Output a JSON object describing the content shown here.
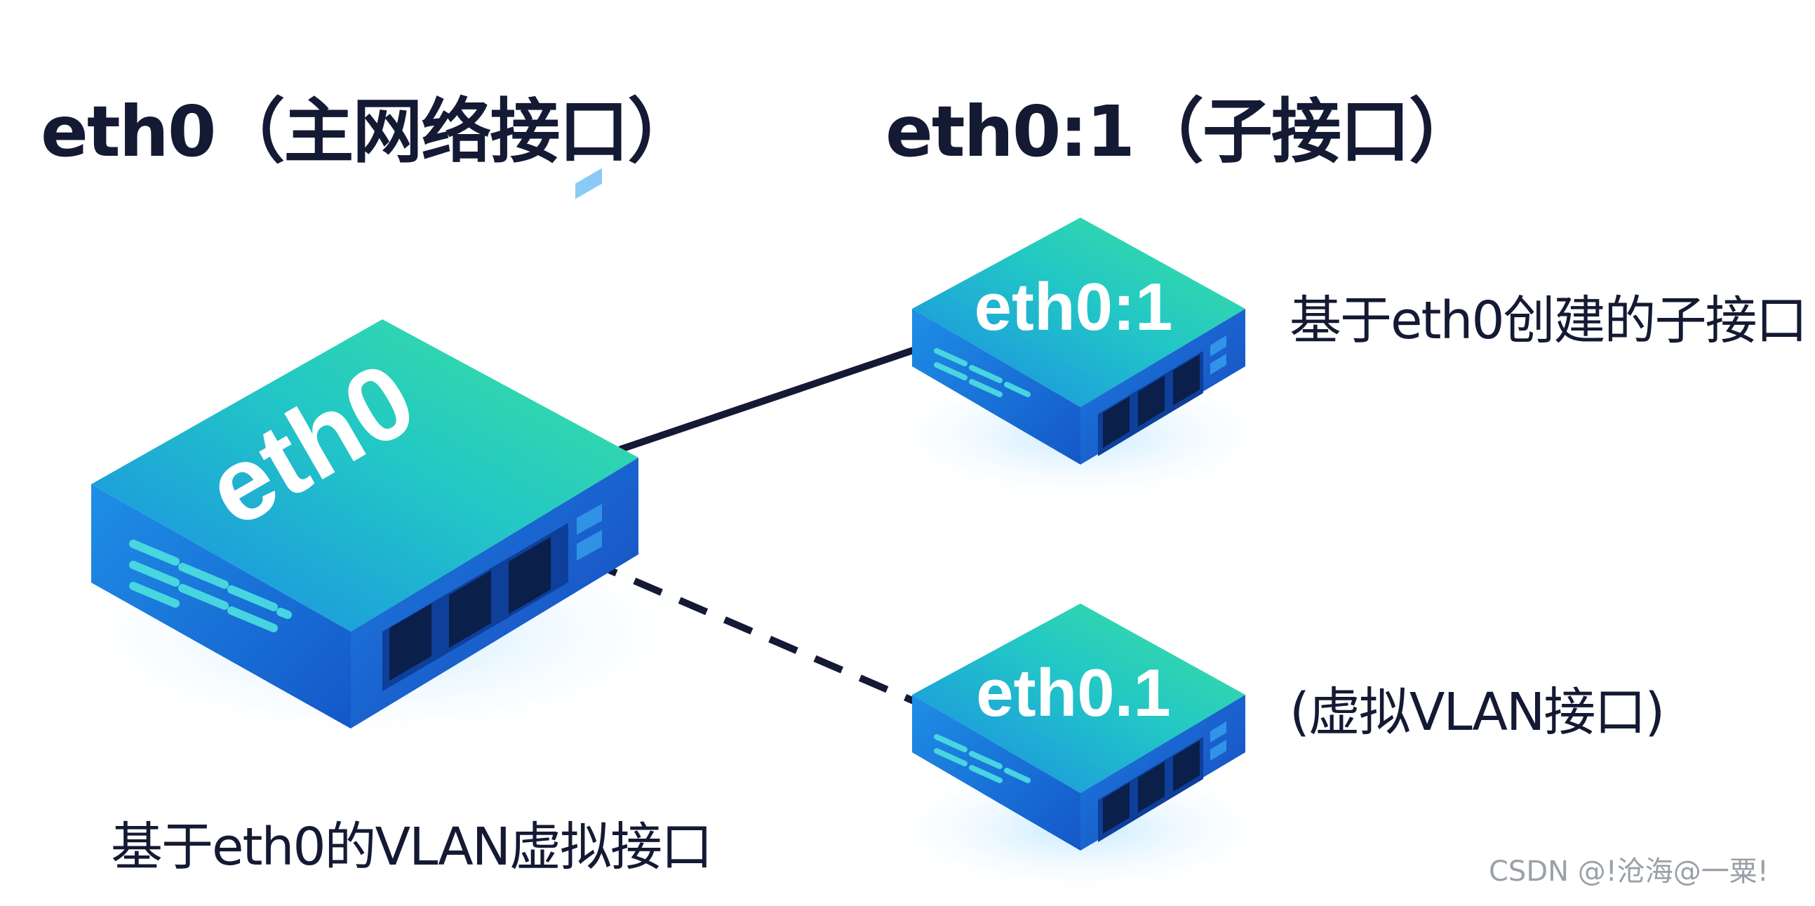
{
  "labels": {
    "main_title": "eth0（主网络接口）",
    "sub_title": "eth0:1（子接口）",
    "eth0_desc": "基于eth0的VLAN虚拟接口",
    "sub_desc": "基于eth0创建的子接口",
    "vlan_desc": "(虚拟VLAN接口)",
    "watermark": "CSDN @!沧海@一粟!"
  },
  "devices": {
    "main": {
      "label": "eth0",
      "ports": 3
    },
    "sub": {
      "label": "eth0:1",
      "ports": 3
    },
    "vlan": {
      "label": "eth0.1",
      "ports": 3
    }
  },
  "connections": [
    {
      "from": "eth0",
      "to": "eth0:1",
      "style": "solid"
    },
    {
      "from": "eth0",
      "to": "eth0.1",
      "style": "dashed"
    }
  ],
  "colors": {
    "top_teal": "#2fe0a8",
    "top_blue": "#1a86e8",
    "side_blue": "#1f6fd8",
    "line": "#141a33",
    "text": "#141a33"
  }
}
